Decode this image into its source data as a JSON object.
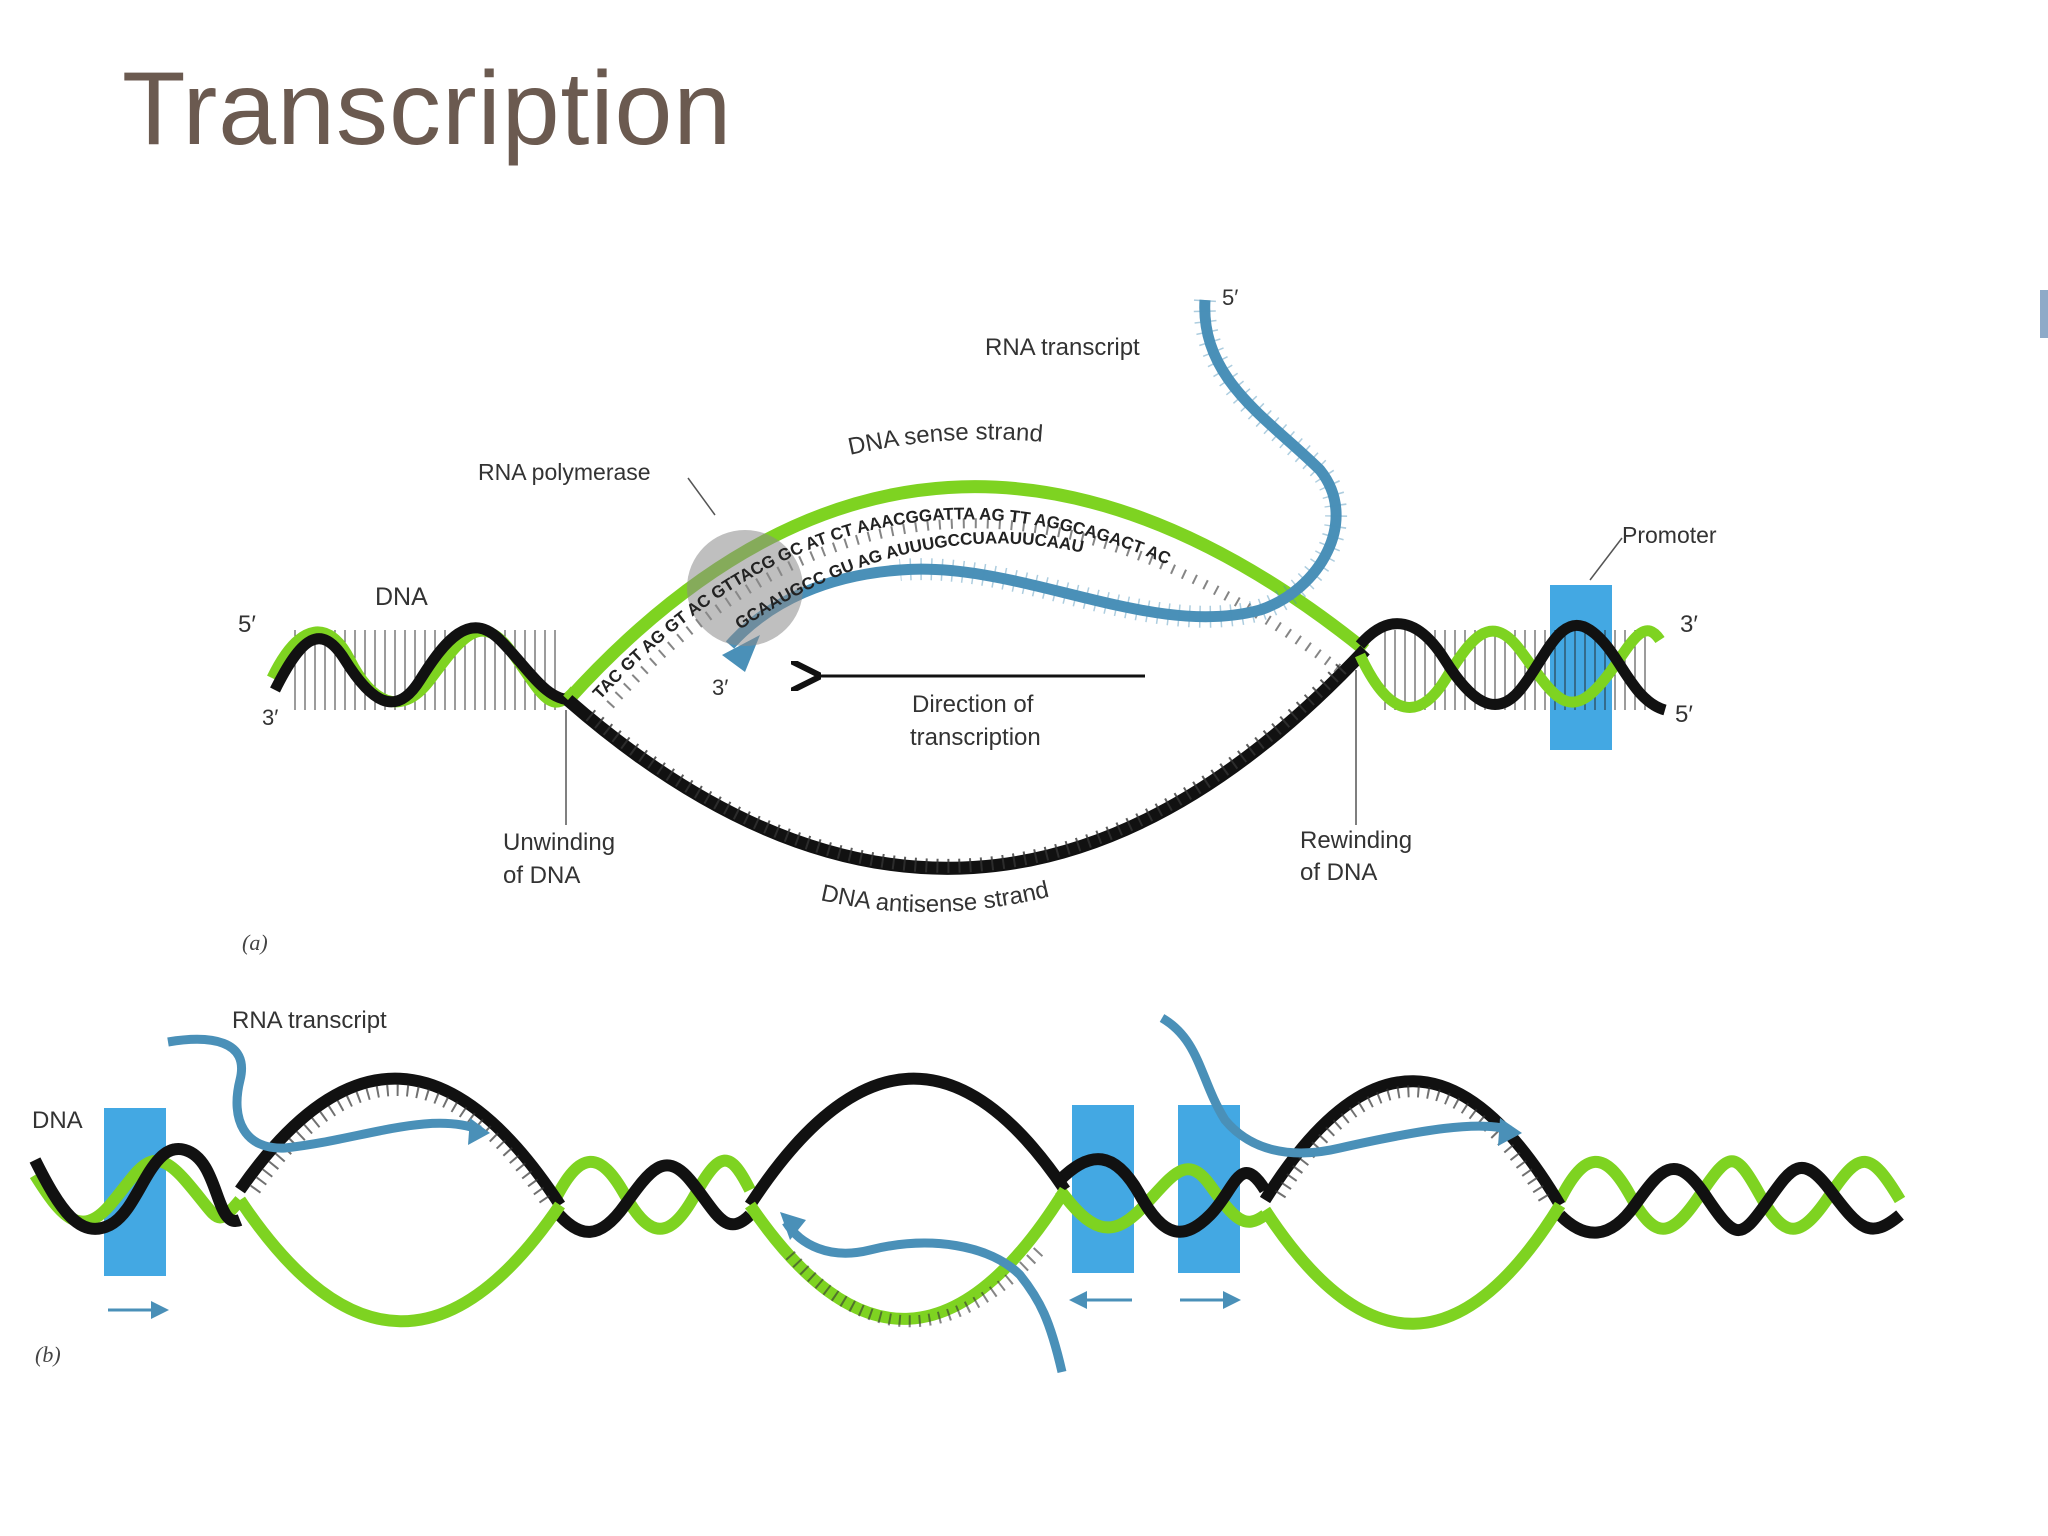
{
  "title": "Transcription",
  "colors": {
    "title": "#6b5a50",
    "dna_sense": "#7ed321",
    "dna_antisense": "#111111",
    "rna": "#4a90b8",
    "promoter": "#2f9ee0",
    "polymerase": "#8a8a8a"
  },
  "panel_a": {
    "label": "(a)",
    "labels": {
      "rna_transcript": "RNA transcript",
      "five_prime_rna": "5′",
      "dna_sense_strand": "DNA sense strand",
      "rna_polymerase": "RNA polymerase",
      "promoter": "Promoter",
      "dna": "DNA",
      "five_prime_left": "5′",
      "three_prime_left": "3′",
      "three_prime_rna": "3′",
      "three_prime_right": "3′",
      "five_prime_right": "5′",
      "direction_of_transcription_1": "Direction of",
      "direction_of_transcription_2": "transcription",
      "unwinding_1": "Unwinding",
      "unwinding_2": "of DNA",
      "rewinding_1": "Rewinding",
      "rewinding_2": "of DNA",
      "dna_antisense_strand": "DNA antisense strand"
    },
    "sequences": {
      "dna_sense": "TAC GT AG GT AC GTTACG GC AT CT AAACGGATTA AG TT AGGCAGACT AC",
      "rna": "GCAAUGCC GU AG AUUUGCCUAAUUCAAU"
    }
  },
  "panel_b": {
    "label": "(b)",
    "labels": {
      "rna_transcript": "RNA transcript",
      "dna": "DNA"
    }
  }
}
